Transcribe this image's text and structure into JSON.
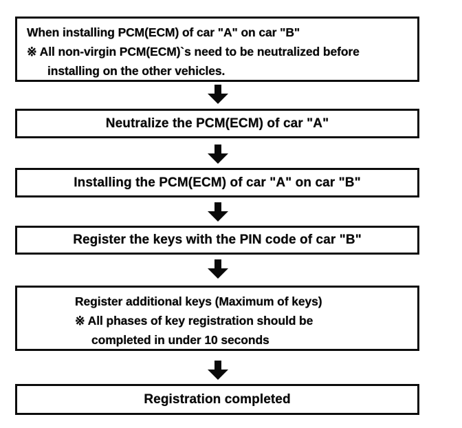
{
  "page": {
    "background": "#ffffff",
    "ink": "#0a0a0a",
    "type": "flowchart"
  },
  "flow": {
    "steps": [
      {
        "name": "condition",
        "align": "left",
        "lines": [
          "When installing PCM(ECM) of car \"A\" on car \"B\"",
          "※ All non-virgin PCM(ECM)`s need to be neutralized before",
          "installing on the other vehicles."
        ]
      },
      {
        "name": "neutralize",
        "align": "center",
        "lines": [
          "Neutralize the PCM(ECM) of car \"A\""
        ]
      },
      {
        "name": "install",
        "align": "center",
        "lines": [
          "Installing the PCM(ECM) of car \"A\" on car \"B\""
        ]
      },
      {
        "name": "register-keys",
        "align": "center",
        "lines": [
          "Register the keys with the PIN code of car \"B\""
        ]
      },
      {
        "name": "register-additional-keys",
        "align": "left",
        "lines": [
          "Register additional keys (Maximum of keys)",
          "※ All phases of key registration should be",
          "completed in under 10 seconds"
        ]
      },
      {
        "name": "completed",
        "align": "center",
        "lines": [
          "Registration completed"
        ]
      }
    ],
    "connector": "down-arrow"
  }
}
